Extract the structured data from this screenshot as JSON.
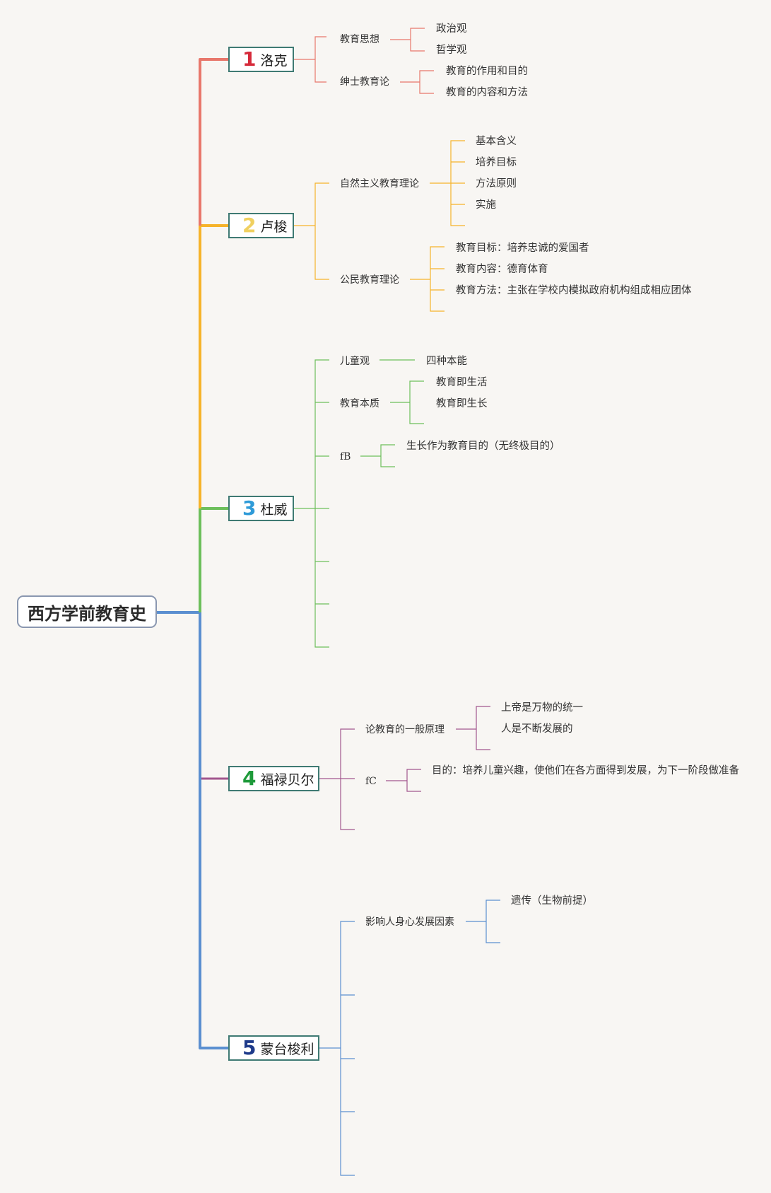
{
  "root": {
    "title": "西方学前教育史"
  },
  "colors": {
    "locke": "#e8776b",
    "rousseau": "#f6b32a",
    "dewey": "#6dbf5b",
    "froebel": "#a2568e",
    "montessori": "#5b8fd0",
    "box_border": "#3f7a73",
    "root_border": "#8a97b0",
    "num1": "#d62a3a",
    "num2": "#f0d060",
    "num3": "#2f9bd8",
    "num4": "#1e9a3a",
    "num5": "#1e3a8a"
  },
  "topics": [
    {
      "num": "1",
      "name": "洛克"
    },
    {
      "num": "2",
      "name": "卢梭"
    },
    {
      "num": "3",
      "name": "杜威"
    },
    {
      "num": "4",
      "name": "福禄贝尔"
    },
    {
      "num": "5",
      "name": "蒙台梭利"
    }
  ],
  "locke": {
    "b1": "教育思想",
    "b1_c1": "政治观",
    "b1_c2": "哲学观",
    "b2": "绅士教育论",
    "b2_c1": "教育的作用和目的",
    "b2_c2": "教育的内容和方法"
  },
  "rousseau": {
    "b1": "自然主义教育理论",
    "b1_c1": "基本含义",
    "b1_c2": "培养目标",
    "b1_c3": "方法原则",
    "b1_c4": "实施",
    "b2": "公民教育理论",
    "b2_c1": "教育目标：培养忠诚的爱国者",
    "b2_c2": "教育内容：德育体育",
    "b2_c3": "教育方法：主张在学校内模拟政府机构组成相应团体"
  },
  "dewey": {
    "b1": "儿童观",
    "b1_c1": "四种本能",
    "b2": "教育本质",
    "b2_c1": "教育即生活",
    "b2_c2": "教育即生长",
    "b3": "fB",
    "b3_c1": "生长作为教育目的（无终极目的）"
  },
  "froebel": {
    "b1": "论教育的一般原理",
    "b1_c1": "上帝是万物的统一",
    "b1_c2": "人是不断发展的",
    "b2": "fC",
    "b2_c1": "目的：培养儿童兴趣，使他们在各方面得到发展，为下一阶段做准备"
  },
  "montessori": {
    "b1": "影响人身心发展因素",
    "b1_c1": "遗传（生物前提）"
  }
}
